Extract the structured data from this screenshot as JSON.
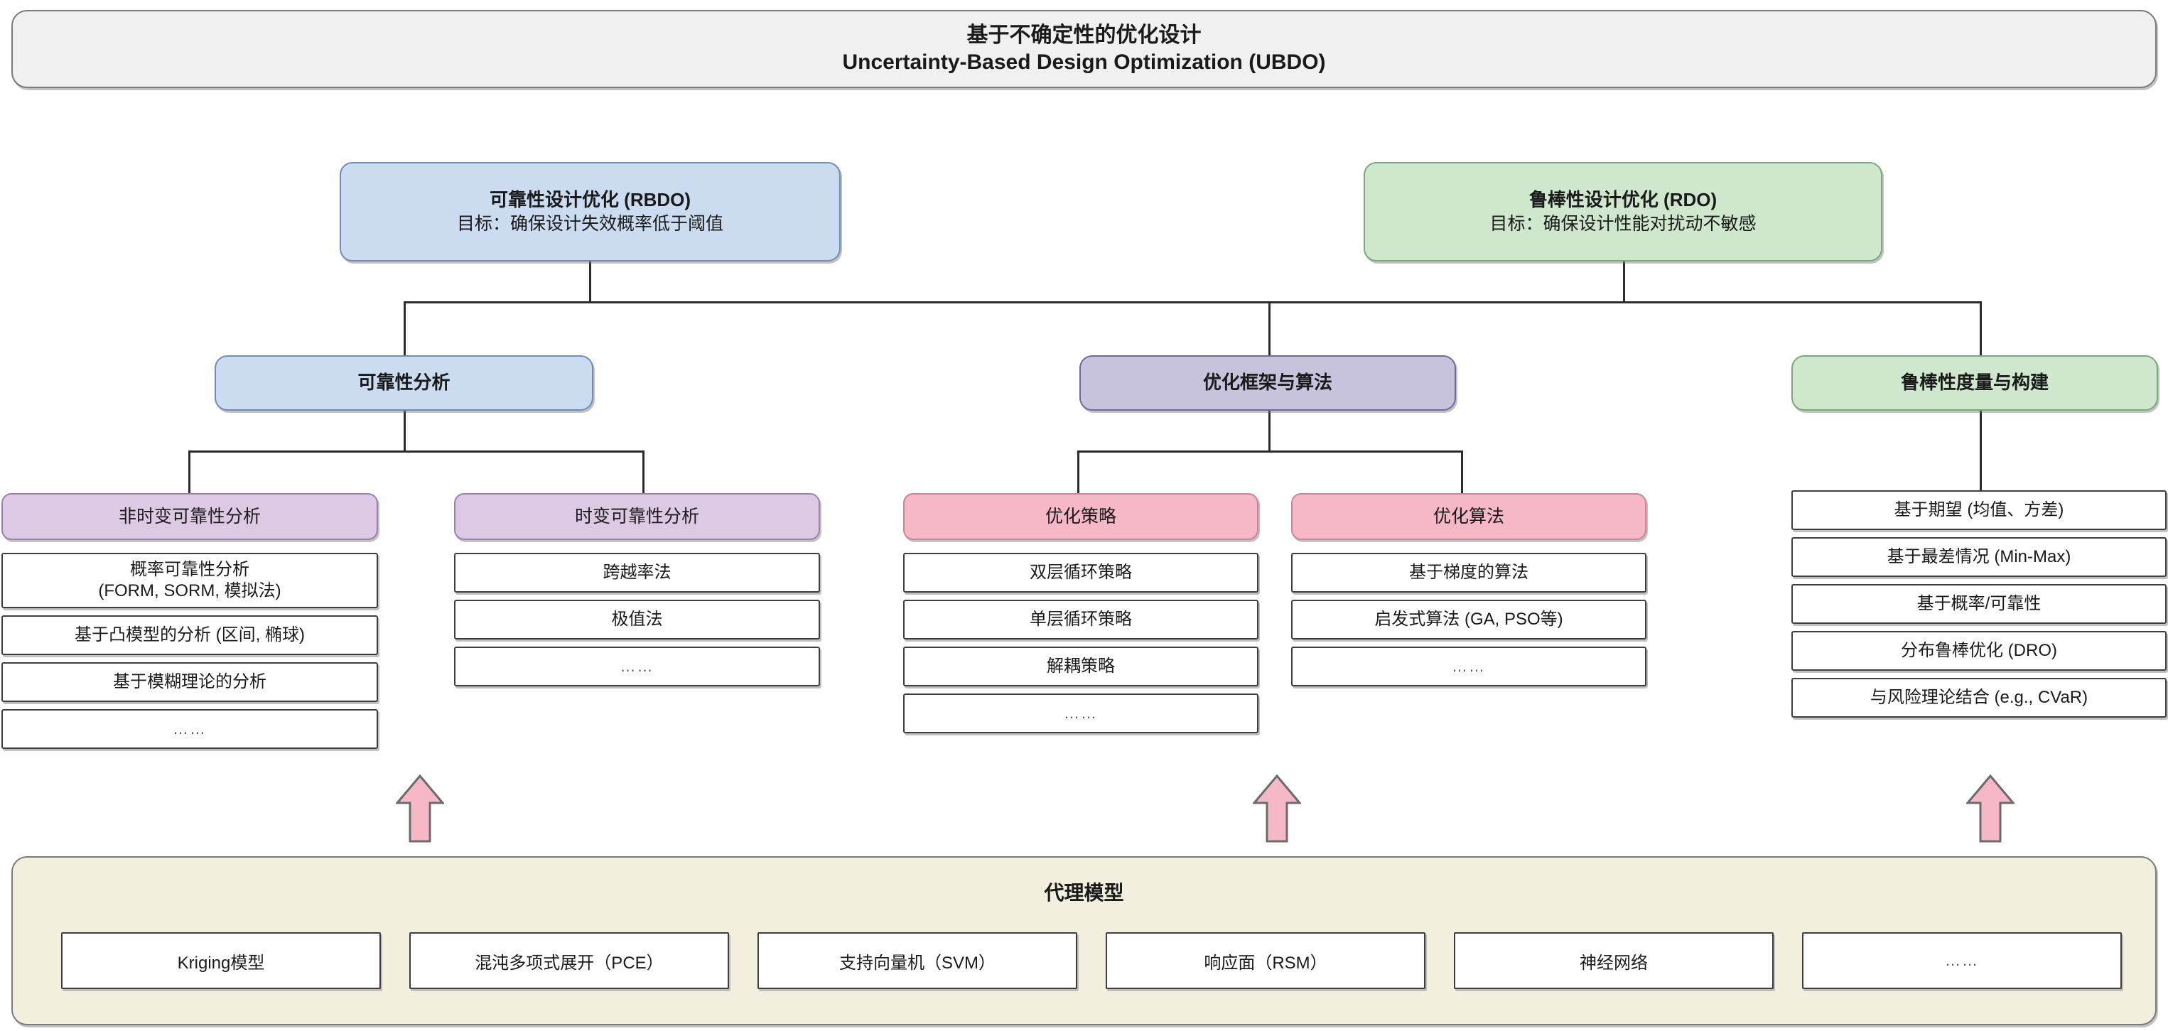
{
  "root": {
    "title_cn": "基于不确定性的优化设计",
    "title_en": "Uncertainty-Based Design Optimization (UBDO)"
  },
  "branches": [
    {
      "id": "rbdo",
      "title": "可靠性设计优化 (RBDO)",
      "goal": "目标：确保设计失效概率低于阈值",
      "color": "#ccdcf0"
    },
    {
      "id": "rdo",
      "title": "鲁棒性设计优化 (RDO)",
      "goal": "目标：确保设计性能对扰动不敏感",
      "color": "#cfe7cd"
    }
  ],
  "mid": [
    {
      "id": "reliability-analysis",
      "label": "可靠性分析",
      "color": "#ccdcf0"
    },
    {
      "id": "optimization-framework",
      "label": "优化框架与算法",
      "color": "#c8c3dd"
    },
    {
      "id": "robustness-metrics",
      "label": "鲁棒性度量与构建",
      "color": "#cfe7cd"
    }
  ],
  "categories": [
    {
      "id": "time-invariant",
      "header": "非时变可靠性分析",
      "header_color": "#ddc9e3",
      "items": [
        "概率可靠性分析\n(FORM, SORM, 模拟法)",
        "基于凸模型的分析 (区间, 椭球)",
        "基于模糊理论的分析",
        "……"
      ]
    },
    {
      "id": "time-variant",
      "header": "时变可靠性分析",
      "header_color": "#ddc9e3",
      "items": [
        "跨越率法",
        "极值法",
        "……"
      ]
    },
    {
      "id": "optimization-strategy",
      "header": "优化策略",
      "header_color": "#f6b8c6",
      "items": [
        "双层循环策略",
        "单层循环策略",
        "解耦策略",
        "……"
      ]
    },
    {
      "id": "optimization-algorithm",
      "header": "优化算法",
      "header_color": "#f6b8c6",
      "items": [
        "基于梯度的算法",
        "启发式算法 (GA, PSO等)",
        "……"
      ]
    },
    {
      "id": "robustness-measures",
      "header": null,
      "header_color": null,
      "items": [
        "基于期望 (均值、方差)",
        "基于最差情况 (Min-Max)",
        "基于概率/可靠性",
        "分布鲁棒优化 (DRO)",
        "与风险理论结合 (e.g., CVaR)"
      ]
    }
  ],
  "surrogate": {
    "title": "代理模型",
    "items": [
      "Kriging模型",
      "混沌多项式展开（PCE）",
      "支持向量机（SVM）",
      "响应面（RSM）",
      "神经网络",
      "……"
    ]
  },
  "arrows": {
    "fill": "#f6b8c6",
    "stroke": "#6b6b6b",
    "count": 3
  }
}
